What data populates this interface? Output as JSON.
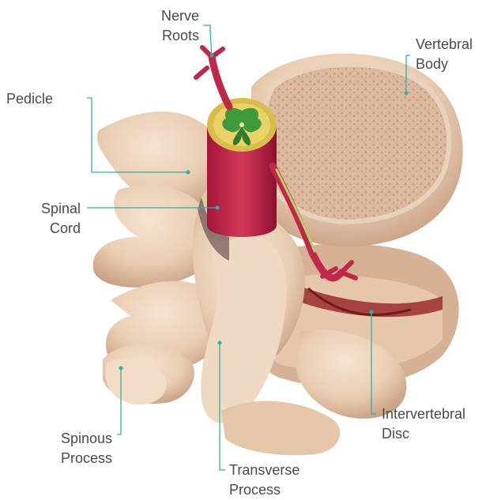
{
  "diagram": {
    "leader_color": "#2bb3a5",
    "bone_color": "#ecd3bb",
    "bone_shadow_color": "#cfa88c",
    "nerve_color": "#c0284a",
    "cord_color": "#b5d36a",
    "labels": {
      "nerve_roots": {
        "line1": "Nerve",
        "line2": "Roots"
      },
      "vertebral_body": {
        "line1": "Vertebral",
        "line2": "Body"
      },
      "pedicle": {
        "line1": "Pedicle"
      },
      "spinal_cord": {
        "line1": "Spinal",
        "line2": "Cord"
      },
      "intervertebral_disc": {
        "line1": "Intervertebral",
        "line2": "Disc"
      },
      "spinous_process": {
        "line1": "Spinous",
        "line2": "Process"
      },
      "transverse_process": {
        "line1": "Transverse",
        "line2": "Process"
      }
    }
  }
}
